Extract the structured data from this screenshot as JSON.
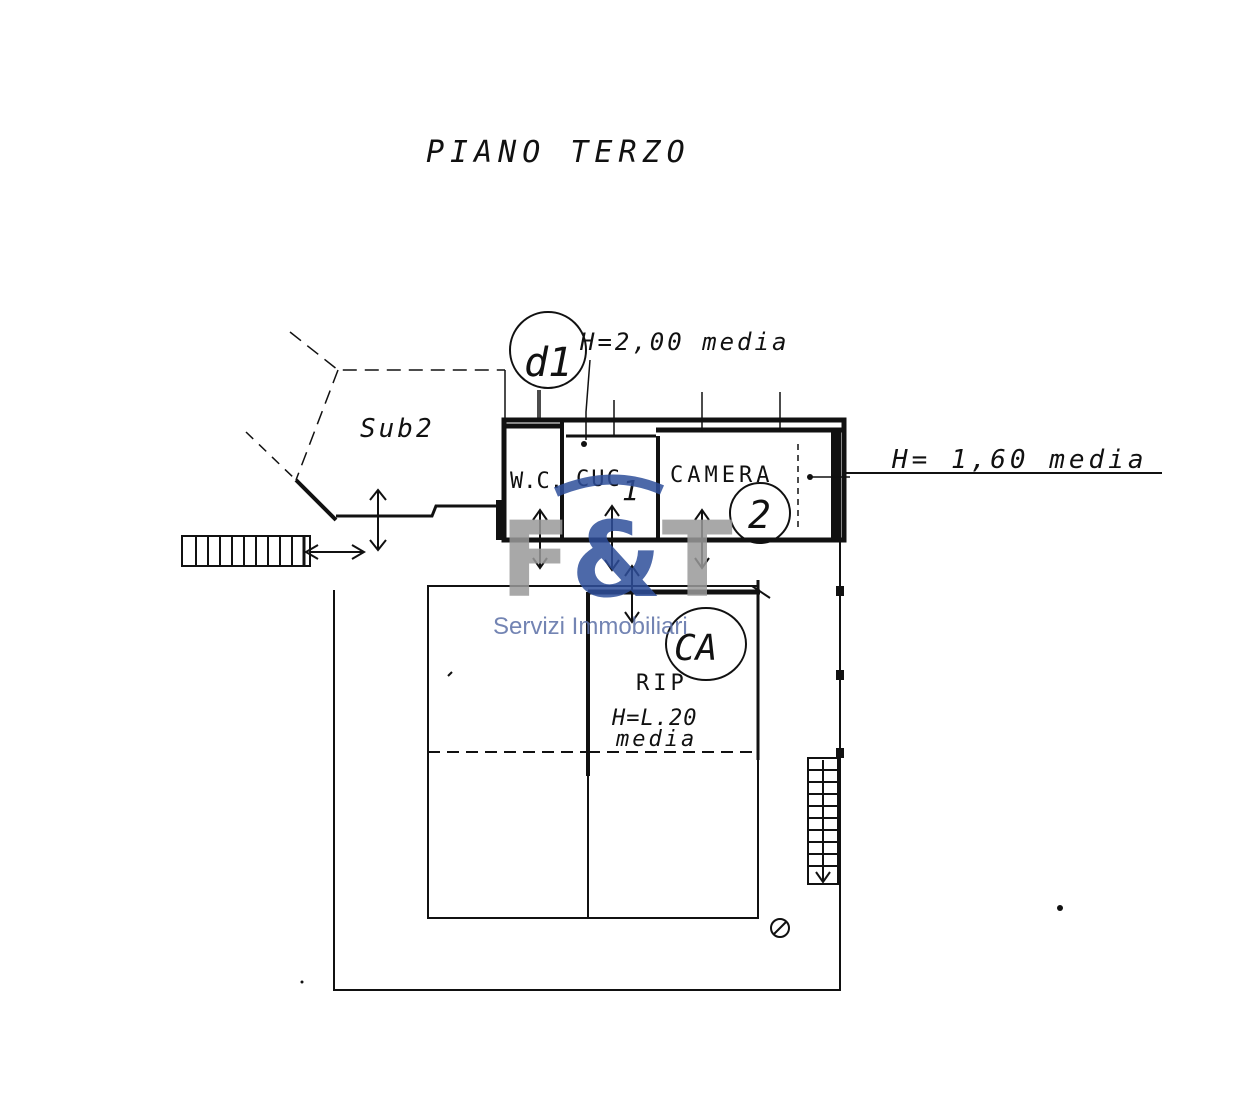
{
  "title": "PIANO TERZO",
  "labels": {
    "sub": "Sub2",
    "wc": "W.C.",
    "kitchen": "CUC",
    "room": "CAMERA",
    "storage": "RIP",
    "height_left_top": "H=2,00 media",
    "height_right": "H= 1,60 media",
    "height_storage_1": "H=L.20",
    "height_storage_2": "media"
  },
  "markers": {
    "d1": "d1",
    "circle_2": "2",
    "kitchen_1": "1",
    "ca": "CA"
  },
  "watermark": {
    "logo": "F&T",
    "tagline": "Servizi Immobiliari",
    "color_grey": "#9a9a9a",
    "color_blue": "#2f4f9b"
  }
}
